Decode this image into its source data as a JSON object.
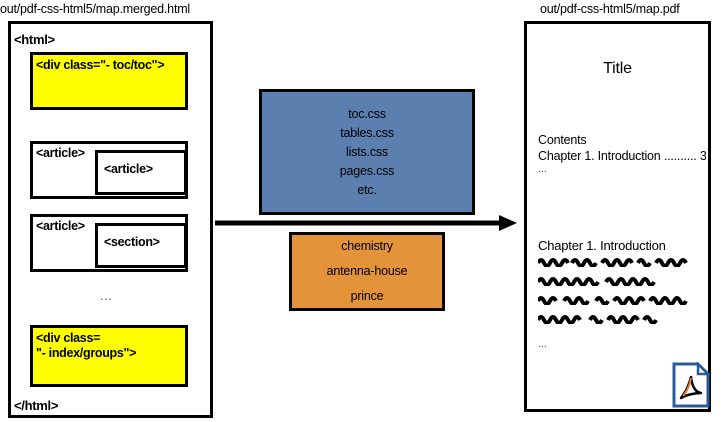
{
  "captions": {
    "left": "out/pdf-css-html5/map.merged.html",
    "right": "out/pdf-css-html5/map.pdf"
  },
  "html_panel": {
    "open_tag": "<html>",
    "close_tag": "</html>",
    "toc_block": {
      "label": "<div class=\"- toc/toc\">",
      "color": "#ffff00"
    },
    "article_block_1": {
      "label": "<article>",
      "inner_label": "<article>"
    },
    "article_block_2": {
      "label": "<article>",
      "inner_label": "<section>"
    },
    "ellipsis": "...",
    "index_block": {
      "label": "<div class=\n\"- index/groups\">",
      "color": "#ffff00"
    }
  },
  "css_box": {
    "color": "#5b7faf",
    "items": [
      "toc.css",
      "tables.css",
      "lists.css",
      "pages.css",
      "etc."
    ]
  },
  "vendor_box": {
    "color": "#e3933a",
    "items": [
      "chemistry",
      "antenna-house",
      "prince"
    ]
  },
  "arrow": {
    "direction": "right",
    "color": "#000000"
  },
  "pdf_panel": {
    "title": "Title",
    "contents_heading": "Contents",
    "contents_entry": "Chapter 1. Introduction .......... 3",
    "contents_ellipsis": "...",
    "chapter_heading": "Chapter 1. Introduction",
    "body_ellipsis": "...",
    "body_line_count": 4,
    "icon": {
      "name": "pdf-file-icon",
      "border_color": "#2b5c99",
      "symbol_color": "#e8742c"
    }
  }
}
